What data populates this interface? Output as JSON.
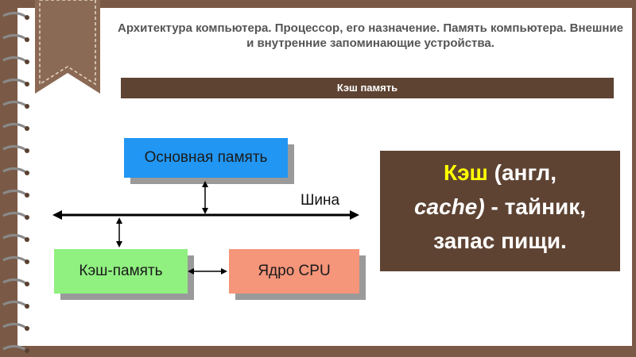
{
  "slide": {
    "title": "Архитектура компьютера. Процессор, его назначение. Память компьютера. Внешние и внутренние запоминающие устройства.",
    "subtitle": "Кэш память"
  },
  "diagram": {
    "main_memory": "Основная память",
    "bus": "Шина",
    "cache_memory": "Кэш-память",
    "cpu_core": "Ядро CPU"
  },
  "definition": {
    "term": "Кэш",
    "line1_rest": " (англ,",
    "cache_word": "cache)",
    "line2_rest": " - тайник,",
    "line3": "запас пищи."
  },
  "colors": {
    "background": "#7a5a47",
    "bar": "#5e4333",
    "main_memory": "#2196f3",
    "cache_memory": "#90f080",
    "cpu_core": "#f5957a",
    "highlight": "#ffff00"
  }
}
